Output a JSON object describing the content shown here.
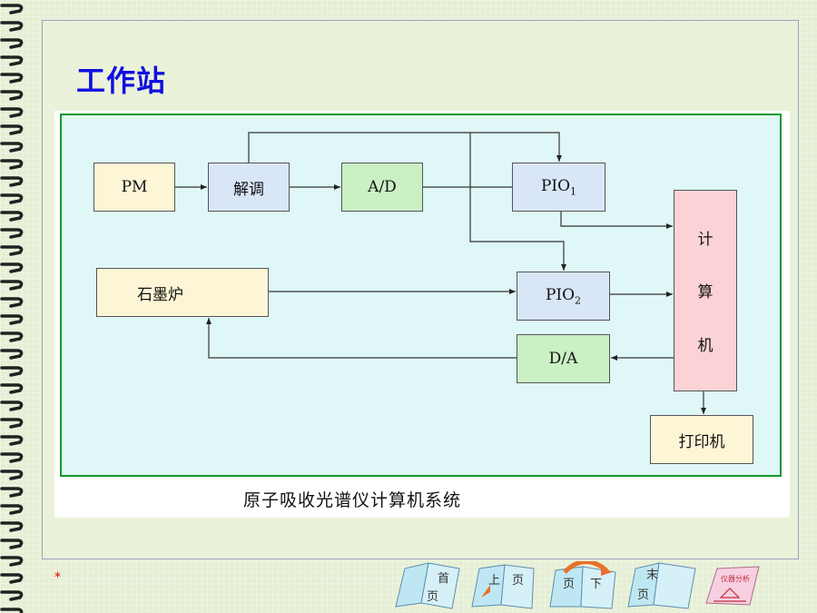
{
  "slide": {
    "title": "工作站",
    "caption": "原子吸收光谱仪计算机系统",
    "marker": "*"
  },
  "diagram": {
    "boxes": {
      "pm": "PM",
      "jietiao": "解调",
      "ad": "A/D",
      "pio1": "PIO",
      "pio1_sub": "1",
      "shimolu": "石墨炉",
      "pio2": "PIO",
      "pio2_sub": "2",
      "da": "D/A",
      "computer": [
        "计",
        "算",
        "机"
      ],
      "printer": "打印机"
    }
  },
  "nav": {
    "first": [
      "首",
      "页"
    ],
    "prev": [
      "上",
      "页"
    ],
    "next": [
      "页",
      "下"
    ],
    "last": [
      "末",
      "页"
    ],
    "logo": "仪器分析"
  },
  "colors": {
    "title": "#1010e0",
    "diagram_border": "#159a2c",
    "diagram_bg": "#dff7f7",
    "next_arrow": "#e8702a"
  }
}
